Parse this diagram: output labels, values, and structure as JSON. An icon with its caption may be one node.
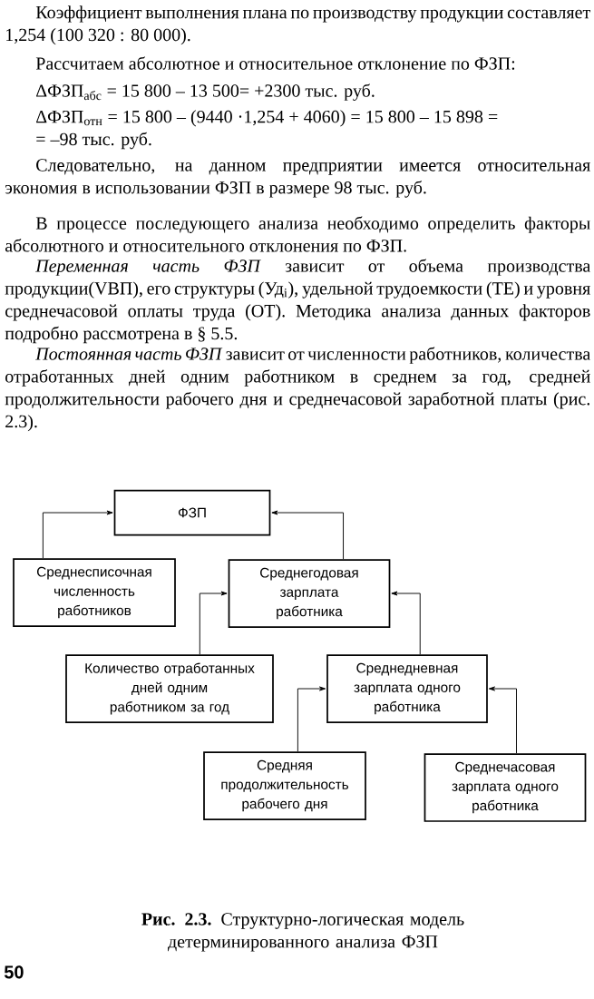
{
  "diagram": {
    "caption": "**Рис. 2.3.** Структурно-логическая модель детерминированного анализа ФЗП",
    "nodes": [
      {
        "text": [
          "ФЗП"
        ]
      },
      {
        "text": [
          "Среднесписочная численность работников"
        ]
      },
      {
        "text": [
          "Среднегодовая зарплата работника"
        ]
      },
      {
        "text": [
          "Количество отработанных дней одним работником за год"
        ]
      },
      {
        "text": [
          "Среднедневная зарплата одного работника"
        ]
      },
      {
        "text": [
          "Средняя продолжительность рабочего дня"
        ]
      },
      {
        "text": [
          "Среднечасовая зарплата одного работника"
        ]
      }
    ],
    "edges": [
      {
        "from": 1,
        "to": 0,
        "arrow": "to"
      },
      {
        "from": 2,
        "to": 0,
        "arrow": "to"
      },
      {
        "from": 3,
        "to": 2,
        "arrow": "to"
      },
      {
        "from": 4,
        "to": 2,
        "arrow": "to"
      },
      {
        "from": 5,
        "to": 4,
        "arrow": "to"
      },
      {
        "from": 6,
        "to": 4,
        "arrow": "to"
      }
    ],
    "labels": [
      "Коэффициент выполнения плана по производству продукции составляет 1,254 (100 320 : 80 000).",
      "Рассчитаем абсолютное и относительное отклонение по ФЗП:",
      "ΔФЗП$_{абс}$ = 15 800 – 13 500= +2300 тыс. руб.",
      "ΔФЗП$_{отн}$ = 15 800 – (9440 ·1,254 + 4060) = 15 800 – 15 898 = = –98 тыс. руб.",
      "Следовательно, на данном предприятии имеется относительная экономия в использовании ФЗП в размере 98 тыс. руб.",
      "В процессе последующего анализа необходимо определить факторы абсолютного и относительного отклонения по ФЗП.",
      "*Переменная часть ФЗП* зависит от объема производства продукции(VВП), его структуры (Уд$_{i}$), удельной трудоемкости (ТЕ) и уровня среднечасовой оплаты труда (ОТ). Методика анализа данных факторов подробно рассмотрена в § 5.5.",
      "*Постоянная часть ФЗП* зависит от численности работников, количества отработанных дней одним работником в среднем за год, средней продолжительности рабочего дня и среднечасовой заработной платы (рис. 2.3).",
      "50"
    ]
  }
}
